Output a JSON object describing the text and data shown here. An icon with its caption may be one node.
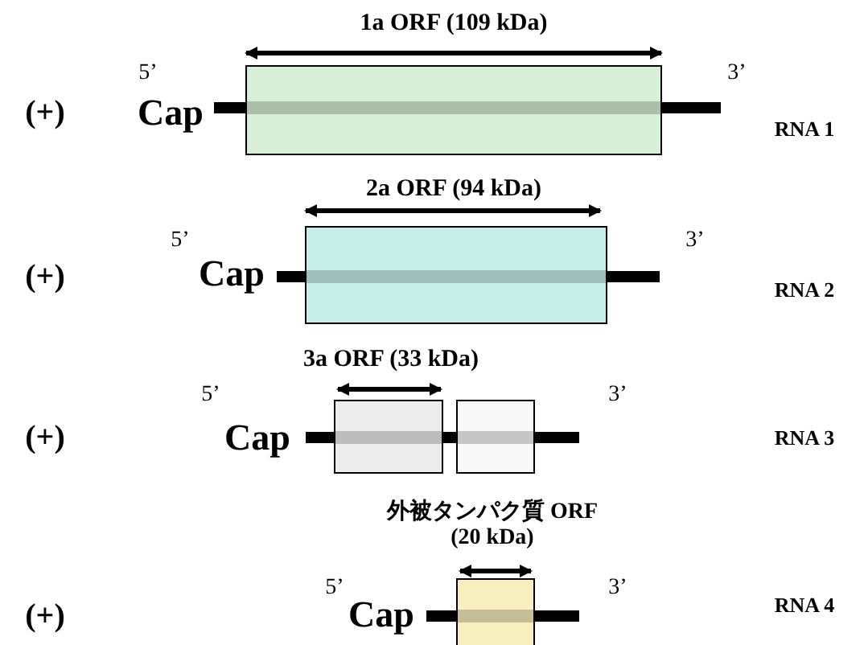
{
  "diagram": {
    "labels": [
      "1a ORF (109 kDa)",
      "5’",
      "3’",
      "(+)",
      "Cap",
      "RNA 1",
      "2a ORF (94 kDa)",
      "5’",
      "3’",
      "(+)",
      "Cap",
      "RNA 2",
      "3a ORF (33 kDa)",
      "5’",
      "3’",
      "(+)",
      "Cap",
      "RNA 3",
      "外被タンパク質 ORF (20 kDa)",
      "5’",
      "3’",
      "(+)",
      "Cap",
      "RNA 4"
    ]
  }
}
